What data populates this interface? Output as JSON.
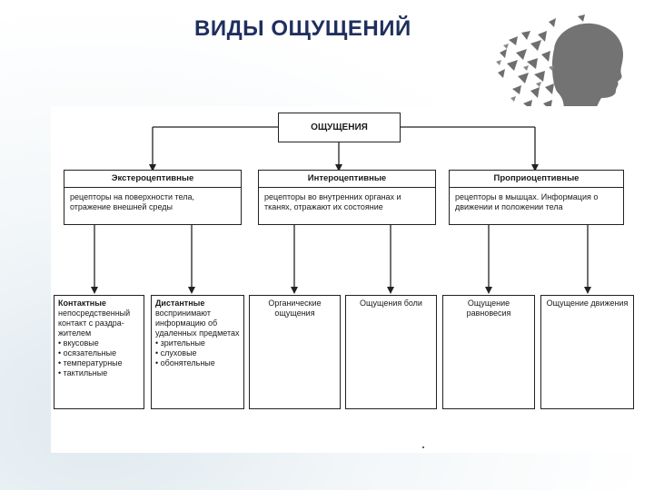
{
  "slide": {
    "title": "ВИДЫ ОЩУЩЕНИЙ"
  },
  "diagram": {
    "root": "ОЩУЩЕНИЯ",
    "categories": [
      {
        "title": "Экстероцептивные",
        "description": "рецепторы на поверхности тела, отражение внешней среды"
      },
      {
        "title": "Интероцептивные",
        "description": "рецепторы во внутренних органах и тканях, отражают их состояние"
      },
      {
        "title": "Проприоцептивные",
        "description": "рецепторы в мышцах. Информация о движении и положении тела"
      }
    ],
    "leaves": [
      {
        "title": "Контактные",
        "text": "непосредственный контакт с раздра-жителем",
        "items": [
          "вкусовые",
          "осязательные",
          "температурные",
          "тактильные"
        ]
      },
      {
        "title": "Дистантные",
        "text": "воспринимают информацию об удаленных предметах",
        "items": [
          "зрительные",
          "слуховые",
          "обонятельные"
        ]
      },
      {
        "text": "Органические ощущения"
      },
      {
        "text": "Ощущения боли"
      },
      {
        "text": "Ощущение равновесия"
      },
      {
        "text": "Ощущение движения"
      }
    ]
  }
}
